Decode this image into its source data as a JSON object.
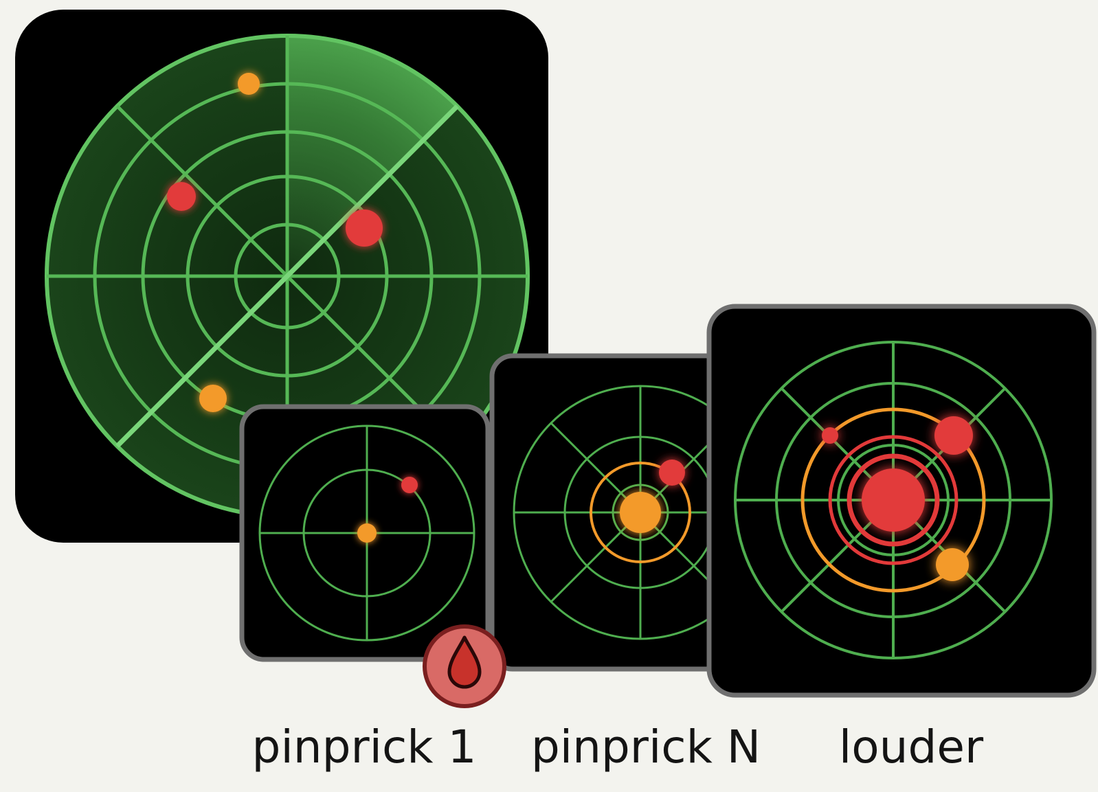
{
  "colors": {
    "background": "#f3f3ee",
    "panel": "#000000",
    "panel_border": "#6f6f6f",
    "grid_green": "#4fae4f",
    "grid_green_bright": "#62c462",
    "blip_orange": "#f39a2a",
    "blip_red": "#e23a3a",
    "badge_fill": "#d96a66",
    "badge_ring": "#7a1f1f",
    "drop_fill": "#c8322b"
  },
  "icons": {
    "badge": "blood-drop-icon"
  },
  "labels": {
    "pinprick_1": "pinprick 1",
    "pinprick_n": "pinprick N",
    "louder": "louder"
  }
}
